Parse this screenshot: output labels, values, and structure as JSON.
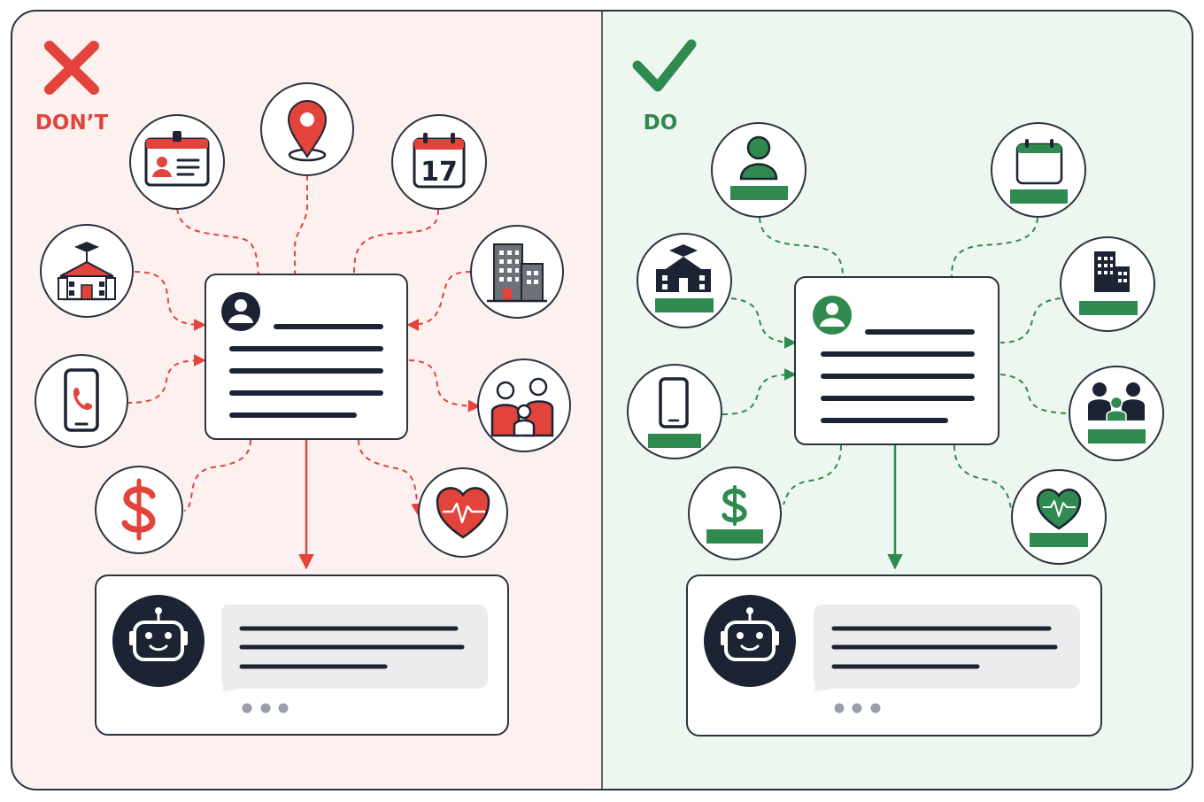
{
  "colors": {
    "dont_accent": "#e2433b",
    "do_accent": "#2f8a4f",
    "dark": "#1c2433",
    "dont_bg": "#fdf1f0",
    "do_bg": "#eef6f0",
    "panel_stroke": "#2a3340",
    "bubble_fill": "#ececee",
    "dot_grey": "#9a9ea6"
  },
  "dont_panel": {
    "title": "DON’T",
    "header_icon": "cross-icon",
    "icons": [
      "id-card-icon",
      "location-pin-icon",
      "calendar-icon",
      "school-icon",
      "building-icon",
      "phone-icon",
      "family-icon",
      "dollar-icon",
      "heart-pulse-icon"
    ],
    "calendar_day": "17"
  },
  "do_panel": {
    "title": "DO",
    "header_icon": "check-icon",
    "icons": [
      "person-icon",
      "calendar-icon",
      "school-icon",
      "building-icon",
      "phone-icon",
      "family-icon",
      "dollar-icon",
      "heart-pulse-icon"
    ]
  }
}
